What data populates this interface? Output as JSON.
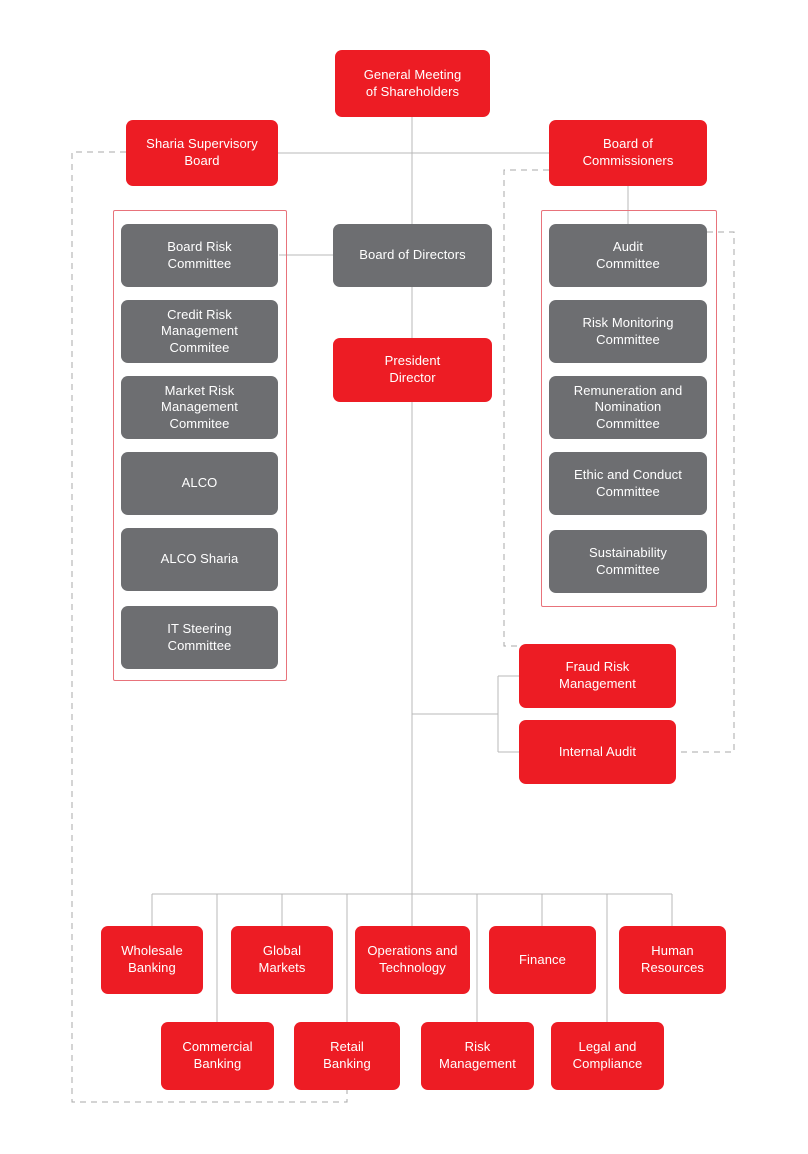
{
  "meta": {
    "title": "Organization Structure",
    "colors": {
      "red": "#ED1C24",
      "gray": "#6D6E71",
      "line": "#B9B9B9",
      "dashed": "#A8A8A8",
      "group_border": "#E8737B",
      "background": "#FFFFFF",
      "text": "#FFFFFF"
    }
  },
  "nodes": {
    "general_meeting": "General Meeting\nof Shareholders",
    "sharia_supervisory_board": "Sharia Supervisory\nBoard",
    "board_of_commissioners": "Board of\nCommissioners",
    "board_of_directors": "Board of Directors",
    "president_director": "President\nDirector",
    "board_risk_committee": "Board Risk\nCommittee",
    "credit_risk_management_commitee": "Credit Risk\nManagement\nCommitee",
    "market_risk_management_commitee": "Market Risk\nManagement\nCommitee",
    "alco": "ALCO",
    "alco_sharia": "ALCO Sharia",
    "it_steering_committee": "IT Steering\nCommittee",
    "audit_committee": "Audit\nCommittee",
    "risk_monitoring_committee": "Risk Monitoring\nCommittee",
    "remuneration_and_nomination_committee": "Remuneration and\nNomination\nCommittee",
    "ethic_and_conduct_committee": "Ethic and Conduct\nCommittee",
    "sustainability_committee": "Sustainability\nCommittee",
    "fraud_risk_management": "Fraud Risk\nManagement",
    "internal_audit": "Internal Audit",
    "wholesale_banking": "Wholesale\nBanking",
    "global_markets": "Global\nMarkets",
    "operations_and_technology": "Operations and\nTechnology",
    "finance": "Finance",
    "human_resources": "Human\nResources",
    "commercial_banking": "Commercial\nBanking",
    "retail_banking": "Retail\nBanking",
    "risk_management": "Risk\nManagement",
    "legal_and_compliance": "Legal and\nCompliance"
  }
}
